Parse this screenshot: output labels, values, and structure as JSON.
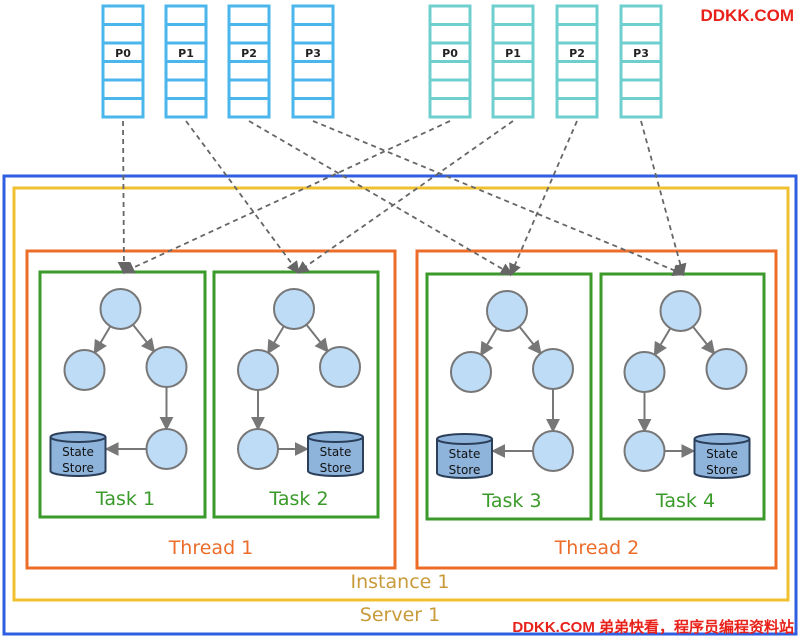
{
  "topics": [
    {
      "color": "#4ab6ec",
      "partitions": [
        "P0",
        "P1",
        "P2",
        "P3"
      ]
    },
    {
      "color": "#6fcfcf",
      "partitions": [
        "P0",
        "P1",
        "P2",
        "P3"
      ]
    }
  ],
  "server": {
    "label": "Server 1",
    "color": "#2f5fe0"
  },
  "instance": {
    "label": "Instance 1",
    "color": "#f0c030",
    "text_color": "#c89a3a"
  },
  "threads": [
    {
      "label": "Thread 1",
      "color": "#ec6d2a"
    },
    {
      "label": "Thread 2",
      "color": "#ec6d2a"
    }
  ],
  "tasks": [
    {
      "label": "Task 1",
      "store_label": [
        "State",
        "Store"
      ]
    },
    {
      "label": "Task 2",
      "store_label": [
        "State",
        "Store"
      ]
    },
    {
      "label": "Task 3",
      "store_label": [
        "State",
        "Store"
      ]
    },
    {
      "label": "Task 4",
      "store_label": [
        "State",
        "Store"
      ]
    }
  ],
  "colors": {
    "task_border": "#3a9a2a",
    "task_text": "#3a9a2a",
    "node_fill": "#bfdcf7",
    "store_fill": "#8fb4dc",
    "thread_text": "#ec6d2a"
  },
  "watermark": {
    "top": "DDKK.COM",
    "bottom": "DDKK.COM 弟弟快看，程序员编程资料站"
  }
}
